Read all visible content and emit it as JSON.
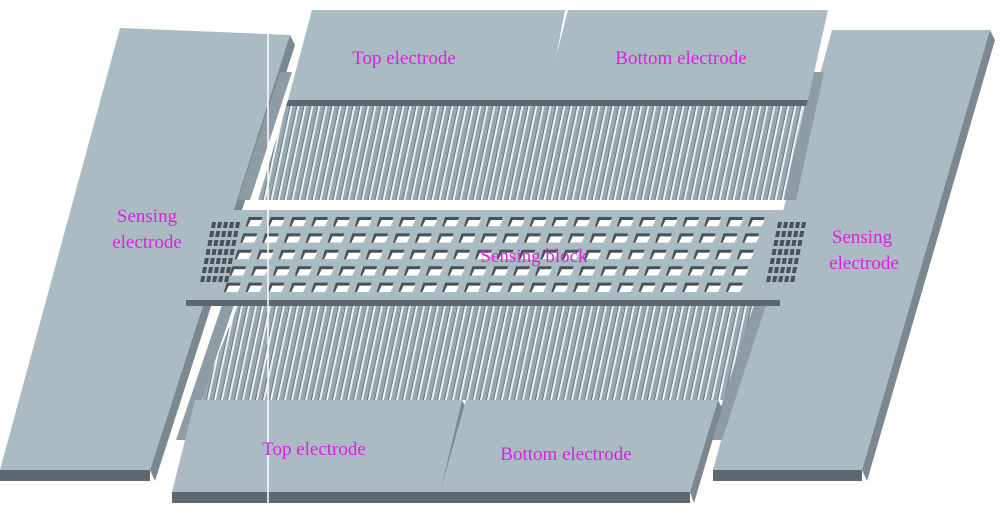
{
  "labels": {
    "top_electrode_upper": "Top electrode",
    "bottom_electrode_upper": "Bottom electrode",
    "sensing_electrode_left_line1": "Sensing",
    "sensing_electrode_left_line2": "electrode",
    "sensing_electrode_right_line1": "Sensing",
    "sensing_electrode_right_line2": "electrode",
    "sensing_block": "Sensing block",
    "top_electrode_lower": "Top electrode",
    "bottom_electrode_lower": "Bottom electrode"
  },
  "colors": {
    "background": "#ffffff",
    "pad_top_face": "#aabbc4",
    "pad_side_face": "#5e6870",
    "pad_dark_edge": "#3f474d",
    "comb_finger": "#9aabb4",
    "comb_gap": "#eef2f4",
    "mesh_hole": "#ffffff",
    "mesh_shadow": "#4a5259",
    "label_text": "#e020e0"
  }
}
